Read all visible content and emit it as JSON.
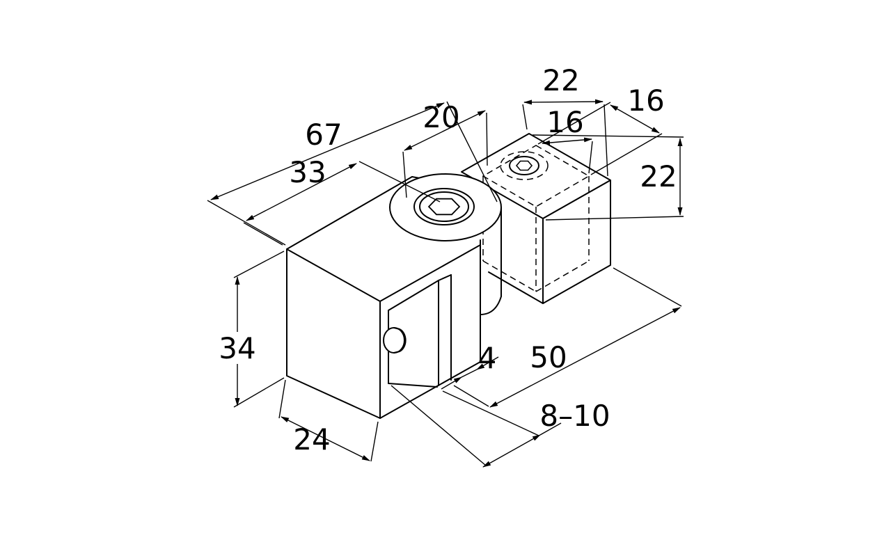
{
  "drawing": {
    "kind": "isometric technical drawing",
    "part": "glass clamp with square tube adapter",
    "background": "#ffffff",
    "line_color": "#000000",
    "dimensions": {
      "overall_length": "67",
      "body_length": "33",
      "pivot_offset": "20",
      "tube_outer_top": "22",
      "tube_inner_top": "16",
      "tube_inner_side": "16",
      "adapter_height": "22",
      "body_height": "34",
      "body_depth": "24",
      "slot_wall": "4",
      "adapter_span": "50",
      "glass_thickness": "8–10"
    }
  }
}
